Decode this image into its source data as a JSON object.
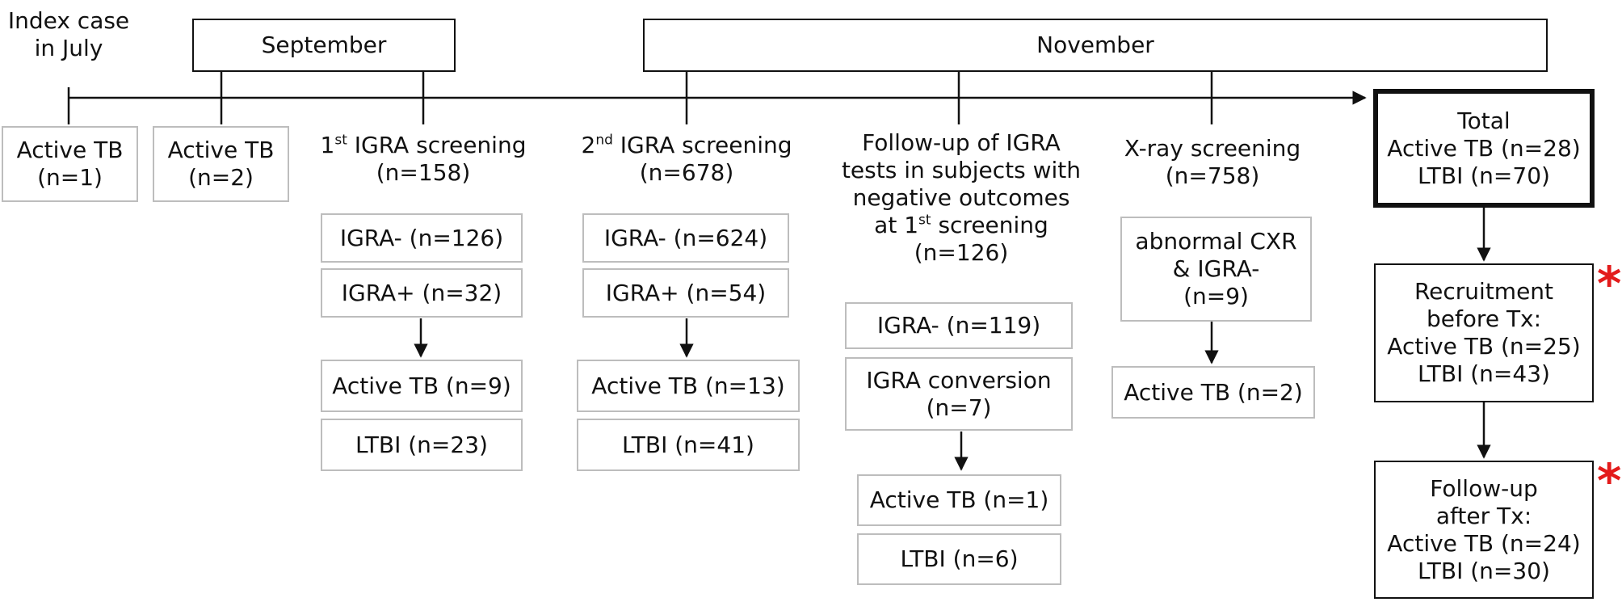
{
  "timeline": {
    "index_case": [
      "Index case",
      "in July"
    ],
    "periods": {
      "september": "September",
      "november": "November"
    }
  },
  "index_group": {
    "active_tb": [
      "Active TB",
      "(n=1)"
    ]
  },
  "september_group": {
    "active_tb": [
      "Active TB",
      "(n=2)"
    ]
  },
  "first_screening": {
    "title": {
      "pre": "1",
      "sup": "st",
      "post": " IGRA screening"
    },
    "n": "(n=158)",
    "igra_neg": "IGRA- (n=126)",
    "igra_pos": "IGRA+ (n=32)",
    "active_tb": "Active TB (n=9)",
    "ltbi": "LTBI (n=23)"
  },
  "second_screening": {
    "title": {
      "pre": "2",
      "sup": "nd",
      "post": " IGRA screening"
    },
    "n": "(n=678)",
    "igra_neg": "IGRA- (n=624)",
    "igra_pos": "IGRA+ (n=54)",
    "active_tb": "Active TB (n=13)",
    "ltbi": "LTBI (n=41)"
  },
  "followup": {
    "title_lines": [
      "Follow-up of IGRA",
      "tests in subjects with",
      "negative outcomes"
    ],
    "title_last": {
      "pre": "at 1",
      "sup": "st",
      "post": " screening"
    },
    "n": "(n=126)",
    "igra_neg": "IGRA- (n=119)",
    "conversion": [
      "IGRA conversion",
      "(n=7)"
    ],
    "active_tb": "Active TB (n=1)",
    "ltbi": "LTBI (n=6)"
  },
  "xray": {
    "title": "X-ray screening",
    "n": "(n=758)",
    "abnormal": [
      "abnormal CXR",
      "& IGRA-",
      "(n=9)"
    ],
    "active_tb": "Active TB (n=2)"
  },
  "total": [
    "Total",
    "Active TB (n=28)",
    "LTBI (n=70)"
  ],
  "recruitment": [
    "Recruitment",
    "before Tx:",
    "Active TB (n=25)",
    "LTBI (n=43)"
  ],
  "followup_after": [
    "Follow-up",
    "after Tx:",
    "Active TB (n=24)",
    "LTBI (n=30)"
  ],
  "markers": {
    "asterisk": "*"
  }
}
